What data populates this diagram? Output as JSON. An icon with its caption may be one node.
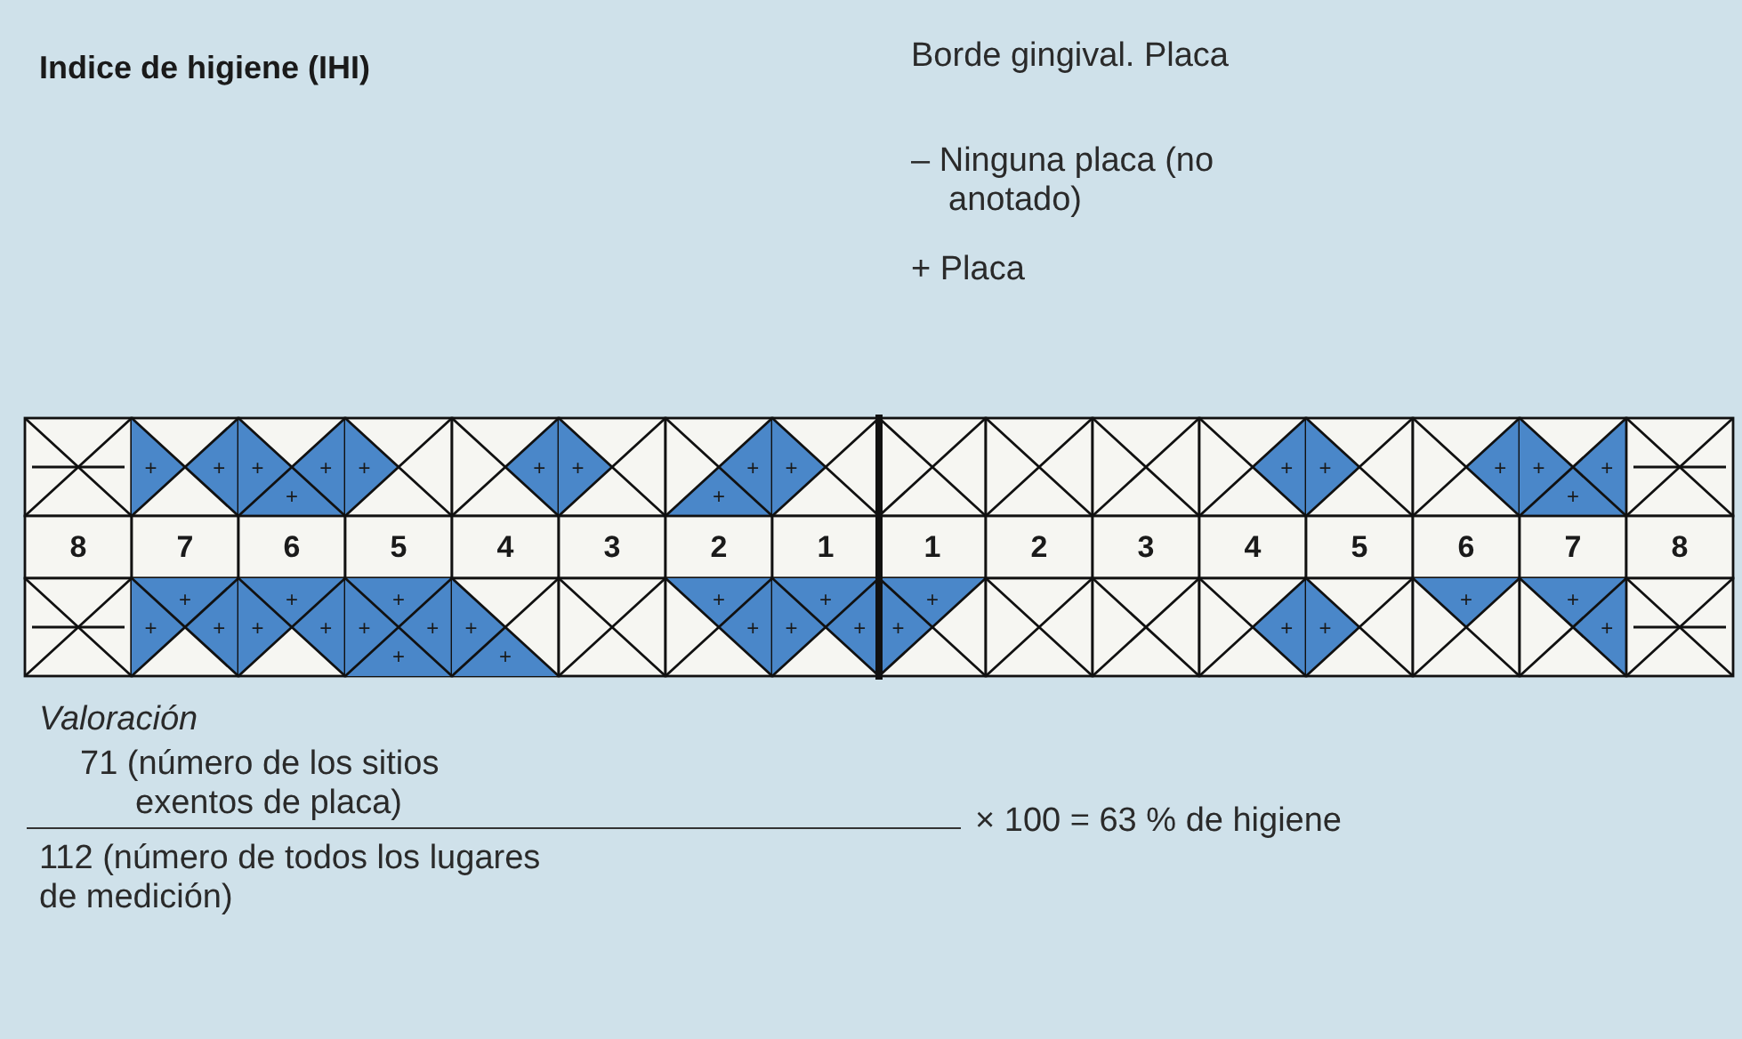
{
  "diagram": {
    "title": "Indice de higiene (IHI)",
    "labels": [
      "Borde gingival. Placa",
      "– Ninguna placa (no anotado)",
      "+ Placa",
      "+",
      "+",
      "+",
      "+",
      "+",
      "+",
      "+",
      "+",
      "+",
      "+",
      "+",
      "+",
      "+",
      "+",
      "+",
      "+",
      "+",
      "8",
      "7",
      "6",
      "5",
      "4",
      "3",
      "2",
      "1",
      "1",
      "2",
      "3",
      "4",
      "5",
      "6",
      "7",
      "8",
      "+",
      "+",
      "+",
      "+",
      "+",
      "+",
      "+",
      "+",
      "+",
      "+",
      "+",
      "+",
      "+",
      "+",
      "+",
      "+",
      "+",
      "+",
      "+",
      "+",
      "+",
      "+",
      "+",
      "+",
      "Valoración",
      "71 (número de los sitios exentos de placa)",
      "112 (número de todos los lugares de medición)",
      "× 100 = 63 % de higiene"
    ]
  }
}
